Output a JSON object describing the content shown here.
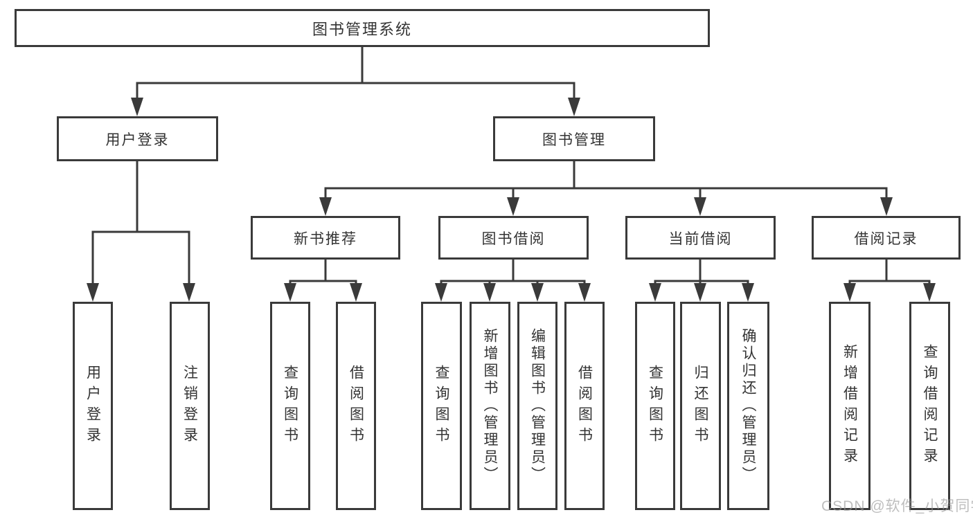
{
  "diagram": {
    "root": {
      "label": "图书管理系统",
      "children": [
        {
          "label": "用户登录",
          "children": [
            {
              "label": "用户登录"
            },
            {
              "label": "注销登录"
            }
          ]
        },
        {
          "label": "图书管理",
          "children": [
            {
              "label": "新书推荐",
              "children": [
                {
                  "label": "查询图书"
                },
                {
                  "label": "借阅图书"
                }
              ]
            },
            {
              "label": "图书借阅",
              "children": [
                {
                  "label": "查询图书"
                },
                {
                  "label": "新增图书（管理员）"
                },
                {
                  "label": "编辑图书（管理员）"
                },
                {
                  "label": "借阅图书"
                }
              ]
            },
            {
              "label": "当前借阅",
              "children": [
                {
                  "label": "查询图书"
                },
                {
                  "label": "归还图书"
                },
                {
                  "label": "确认归还（管理员）"
                }
              ]
            },
            {
              "label": "借阅记录",
              "children": [
                {
                  "label": "新增借阅记录"
                },
                {
                  "label": "查询借阅记录"
                }
              ]
            }
          ]
        }
      ]
    },
    "watermark": "CSDN @软件_小贺同学",
    "colors": {
      "line": "#3a3a3a",
      "text": "#333333",
      "box_bg": "#ffffff"
    }
  }
}
